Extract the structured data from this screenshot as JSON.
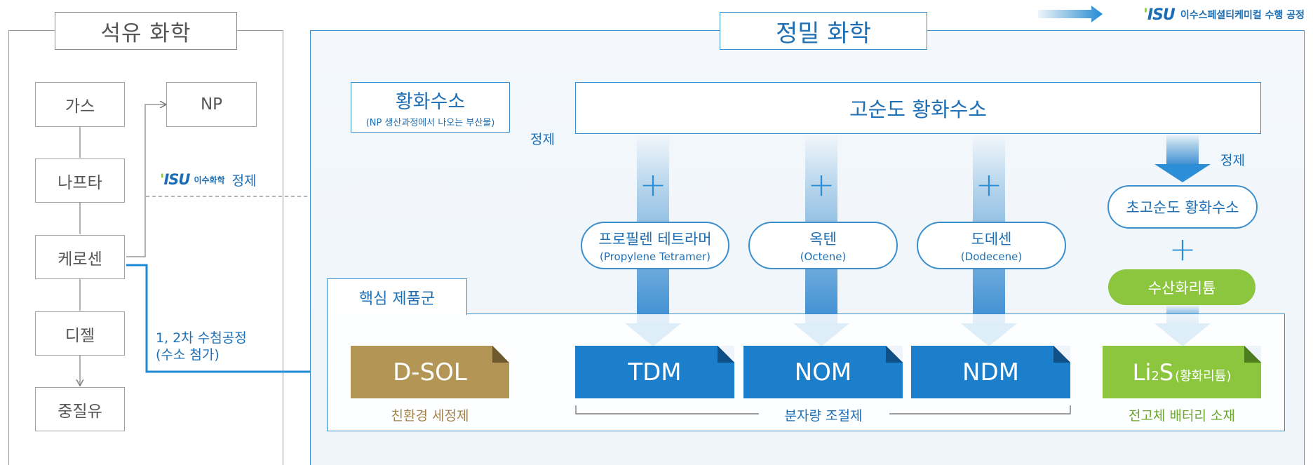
{
  "top_note": {
    "logo": "ISU",
    "text": "이수스페셜티케미컬  수행 공정"
  },
  "left": {
    "title": "석유 화학",
    "nodes": {
      "gas": "가스",
      "np": "NP",
      "naphtha": "나프타",
      "kerosene": "케로센",
      "diesel": "디젤",
      "heavy_oil": "중질유"
    },
    "isu_logo": "ISU",
    "isu_name": "이수화학",
    "isu_action": "정제",
    "hydro_line1": "1, 2차 수첨공정",
    "hydro_line2": "(수소 첨가)"
  },
  "right": {
    "title": "정밀 화학",
    "h2s": {
      "title": "황화수소",
      "sub": "(NP 생산과정에서 나오는 부산물)"
    },
    "refine1": "정제",
    "high_purity": "고순도 황화수소",
    "refine2": "정제",
    "ultra_high_purity": "초고순도 황화수소",
    "plus": "+",
    "reactants": [
      {
        "ko": "프로필렌 테트라머",
        "en": "(Propylene Tetramer)"
      },
      {
        "ko": "옥텐",
        "en": "(Octene)"
      },
      {
        "ko": "도데센",
        "en": "(Dodecene)"
      }
    ],
    "lioh": "수산화리튬",
    "core_label": "핵심 제품군",
    "products": {
      "dsol": "D-SOL",
      "tdm": "TDM",
      "nom": "NOM",
      "ndm": "NDM",
      "li2s_li": "Li",
      "li2s_sub": "2",
      "li2s_s": "S",
      "li2s_ko": "(황화리튬)"
    },
    "categories": {
      "dsol": "친환경 세정제",
      "mw": "분자량 조절제",
      "li2s": "전고체 배터리 소재"
    }
  },
  "colors": {
    "blue": "#1e6fb4",
    "product_blue": "#1c7fcb",
    "gold": "#b39555",
    "green": "#8cc63f"
  }
}
